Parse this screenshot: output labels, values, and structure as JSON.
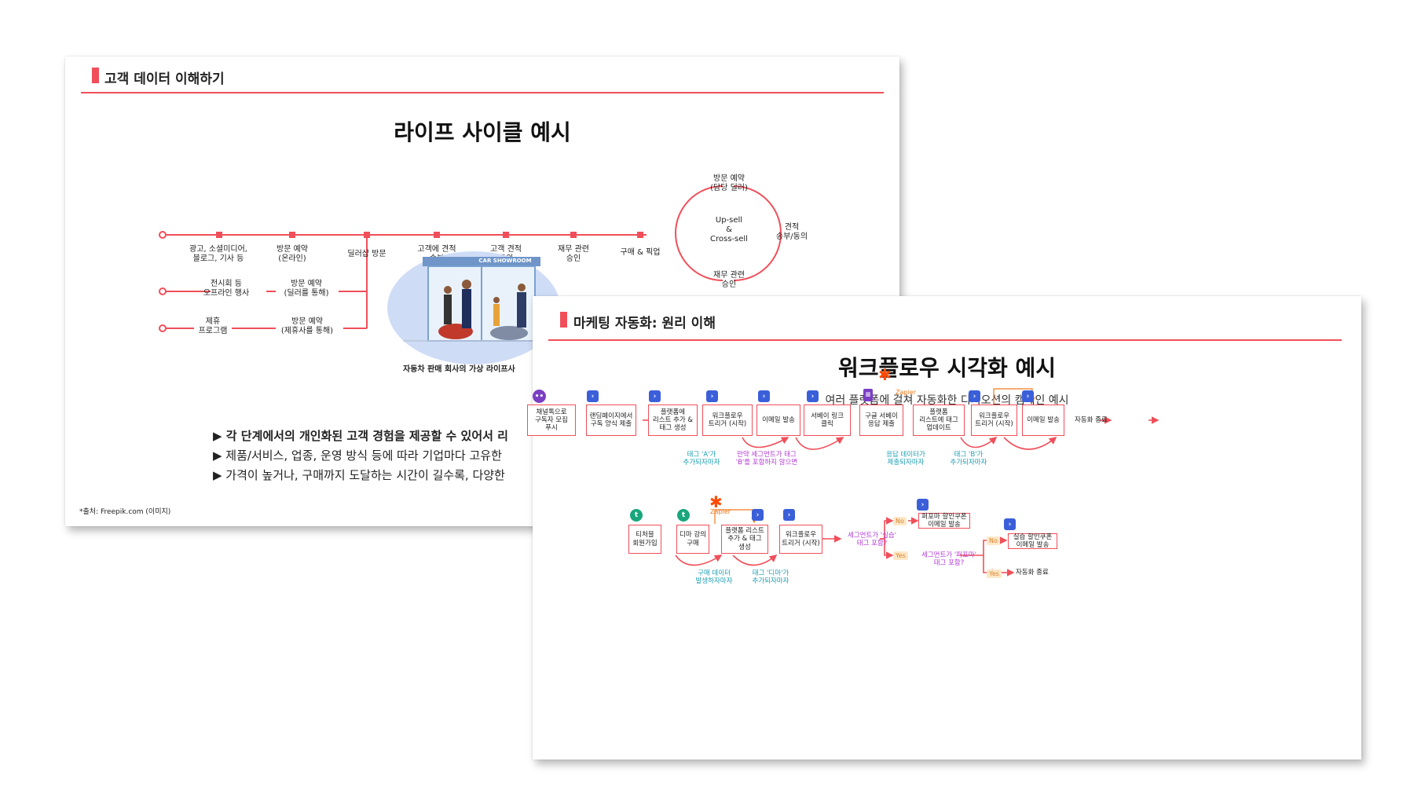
{
  "slide1": {
    "section_title": "고객 데이터 이해하기",
    "title": "라이프 사이클 예시",
    "main_stages": [
      "광고, 소셜미디어,\n블로그, 기사 등",
      "방문 예약\n(온라인)",
      "딜러샵 방문",
      "고객에 견적\n송부",
      "고객 견적\n동의",
      "재무 관련\n승인",
      "구매 & 픽업"
    ],
    "branch_1": [
      "전시회 등\n오프라인 행사",
      "방문 예약\n(딜러를 통해)"
    ],
    "branch_2": [
      "제휴\n프로그램",
      "방문 예약\n(제휴사를 통해)"
    ],
    "cycle": {
      "top": "방문 예약\n(담당 딜러)",
      "center": "Up-sell\n&\nCross-sell",
      "right": "견적\n송부/동의",
      "bottom": "재무 관련\n승인"
    },
    "image_sign": "CAR SHOWROOM",
    "image_caption": "자동차 판매 회사의 가상 라이프사",
    "bullets": [
      "▶ 각 단계에서의 개인화된 고객 경험을 제공할 수 있어서 리",
      "▶ 제품/서비스, 업종, 운영 방식 등에 따라 기업마다 고유한",
      "▶ 가격이 높거나, 구매까지 도달하는 시간이 길수록, 다양한"
    ],
    "source": "*출처: Freepik.com (이미지)"
  },
  "slide2": {
    "section_title": "마케팅 자동화: 원리 이해",
    "title": "워크플로우 시각화 예시",
    "subtitle": "여러 플랫폼에 걸쳐 자동화한 디지오션의 캠페인 예시",
    "zapier_label": "Zapier",
    "flow1": [
      "채널톡으로\n구독자 모집\n푸시",
      "랜딩페이지에서\n구독 양식 제출",
      "플랫폼에\n리스트 추가 &\n태그 생성",
      "워크플로우\n트리거 (시작)",
      "이메일 발송",
      "서베이 링크\n클릭",
      "구글 서베이\n응답 제출",
      "플랫폼\n리스트에 태그\n업데이트",
      "워크플로우\n트리거 (시작)",
      "이메일 발송"
    ],
    "flow1_end": "자동화 종료",
    "flow1_notes": [
      "태그 'A'가\n추가되자마자",
      "만약 세그먼트가 태그\n'B'를 포함하지 않으면",
      "응답 데이터가\n제출되자마자",
      "태그 'B'가\n추가되자마자"
    ],
    "flow2": [
      "티처블\n회원가입",
      "디마 강의\n구매",
      "플랫폼 리스트\n추가 & 태그\n생성",
      "워크플로우\n트리거 (시작)"
    ],
    "flow2_notes": [
      "구매 데이터\n발생하자마자",
      "태그 '디마'가\n추가되자마자"
    ],
    "decision1": "세그먼트가 '실습'\n태그 포함?",
    "decision2": "세그먼트가 '퍼포마'\n태그 포함?",
    "no_label": "No",
    "yes_label": "Yes",
    "result_perf": "퍼포마 할인쿠폰\n이메일 발송",
    "result_practice": "실습 할인쿠폰\n이메일 발송",
    "flow2_end": "자동화 종료"
  }
}
